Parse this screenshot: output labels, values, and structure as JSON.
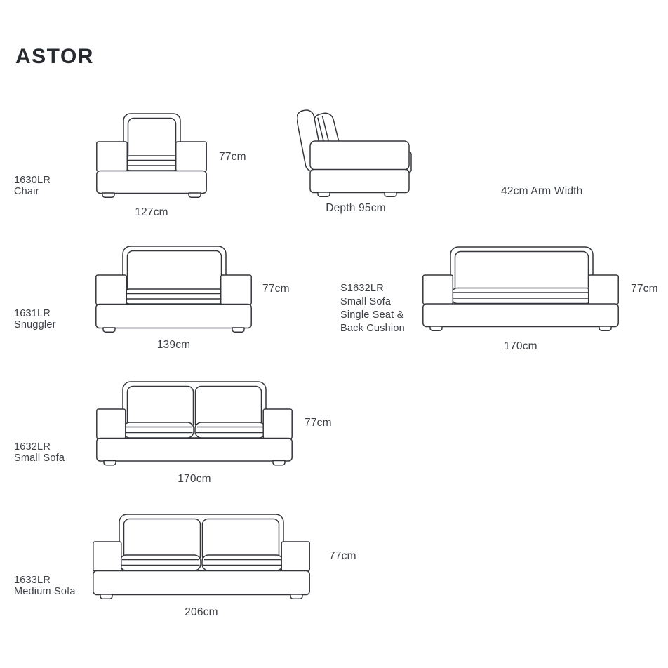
{
  "title": "ASTOR",
  "colors": {
    "ink": "#33373c",
    "text": "#3c4046",
    "background": "#ffffff"
  },
  "products": {
    "chair": {
      "code": "1630LR",
      "name": "Chair",
      "width": "127cm",
      "height": "77cm"
    },
    "depth_view": {
      "depth": "Depth 95cm",
      "arm_width": "42cm Arm Width"
    },
    "snuggler": {
      "code": "1631LR",
      "name": "Snuggler",
      "width": "139cm",
      "height": "77cm"
    },
    "single_seat_sofa": {
      "code": "S1632LR",
      "name_line_1": "Small Sofa",
      "name_line_2": "Single Seat &",
      "name_line_3": "Back Cushion",
      "width": "170cm",
      "height": "77cm"
    },
    "small_sofa": {
      "code": "1632LR",
      "name": "Small Sofa",
      "width": "170cm",
      "height": "77cm"
    },
    "medium_sofa": {
      "code": "1633LR",
      "name": "Medium Sofa",
      "width": "206cm",
      "height": "77cm"
    }
  }
}
